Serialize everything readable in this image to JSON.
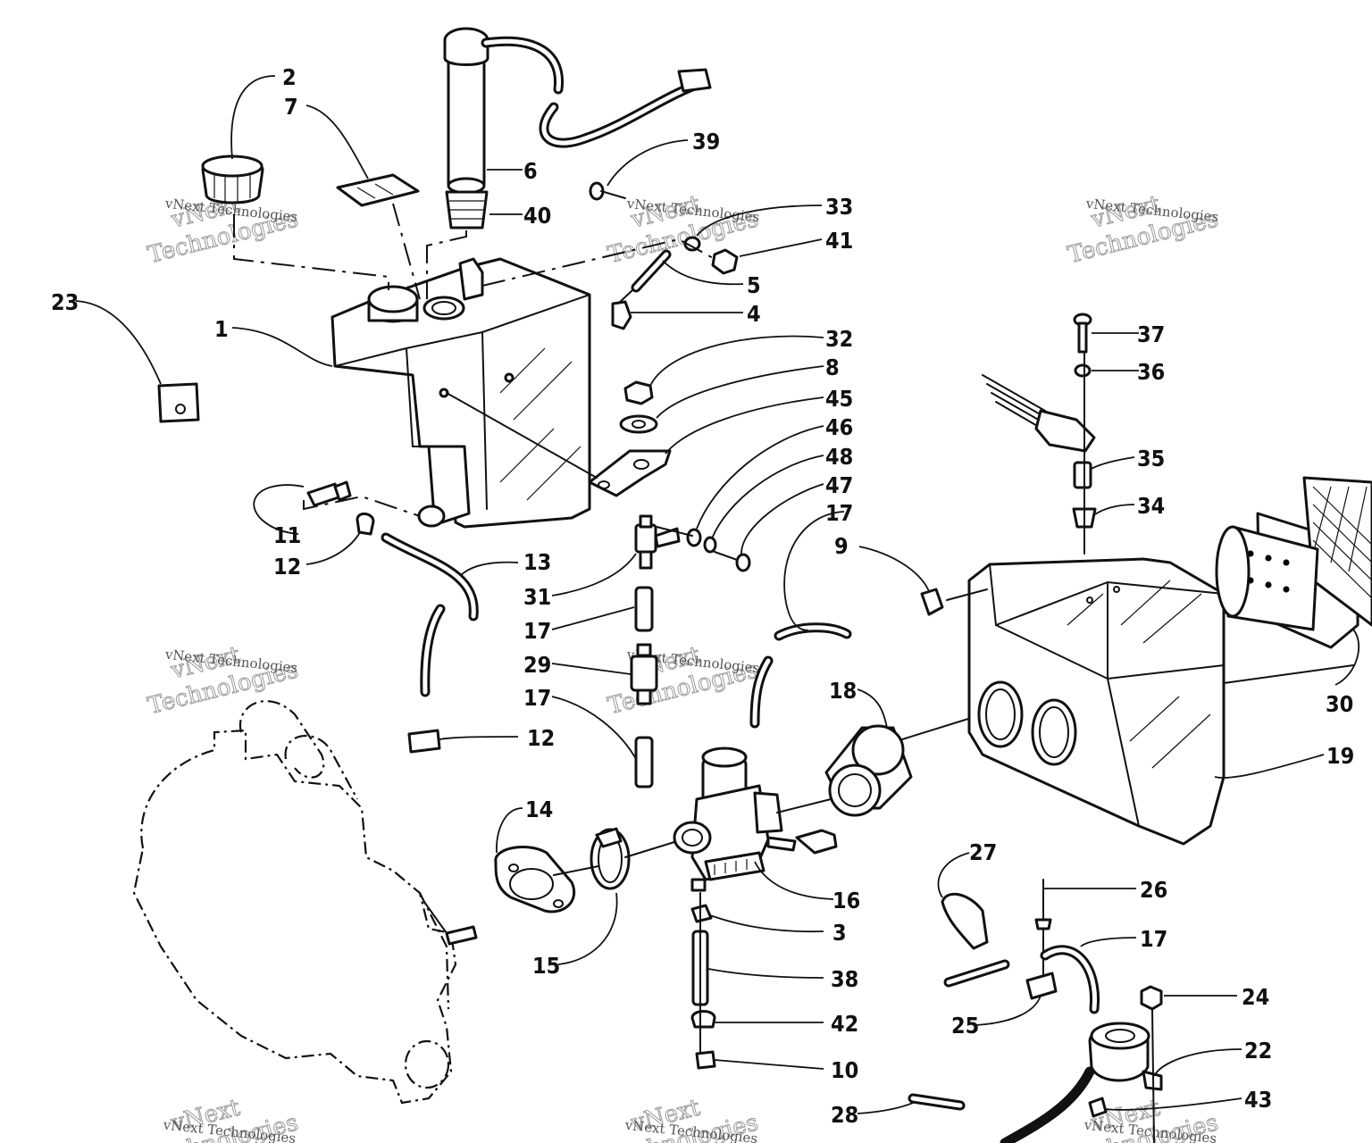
{
  "watermarks": [
    {
      "small": "vNext Technologies",
      "big1": "vNext",
      "big2": "Technologies"
    }
  ],
  "callouts": {
    "c1": "1",
    "c2": "2",
    "c3": "3",
    "c4": "4",
    "c5": "5",
    "c6": "6",
    "c7": "7",
    "c8": "8",
    "c9": "9",
    "c10": "10",
    "c11": "11",
    "c12a": "12",
    "c12b": "12",
    "c13": "13",
    "c14": "14",
    "c15": "15",
    "c16": "16",
    "c17a": "17",
    "c17b": "17",
    "c17c": "17",
    "c17d": "17",
    "c18": "18",
    "c19": "19",
    "c22": "22",
    "c23": "23",
    "c24": "24",
    "c25": "25",
    "c26": "26",
    "c27": "27",
    "c28": "28",
    "c29": "29",
    "c30": "30",
    "c31": "31",
    "c32": "32",
    "c33": "33",
    "c34": "34",
    "c35": "35",
    "c36": "36",
    "c37": "37",
    "c38": "38",
    "c39": "39",
    "c40": "40",
    "c41": "41",
    "c42": "42",
    "c43": "43",
    "c45": "45",
    "c46": "46",
    "c47": "47",
    "c48": "48"
  }
}
